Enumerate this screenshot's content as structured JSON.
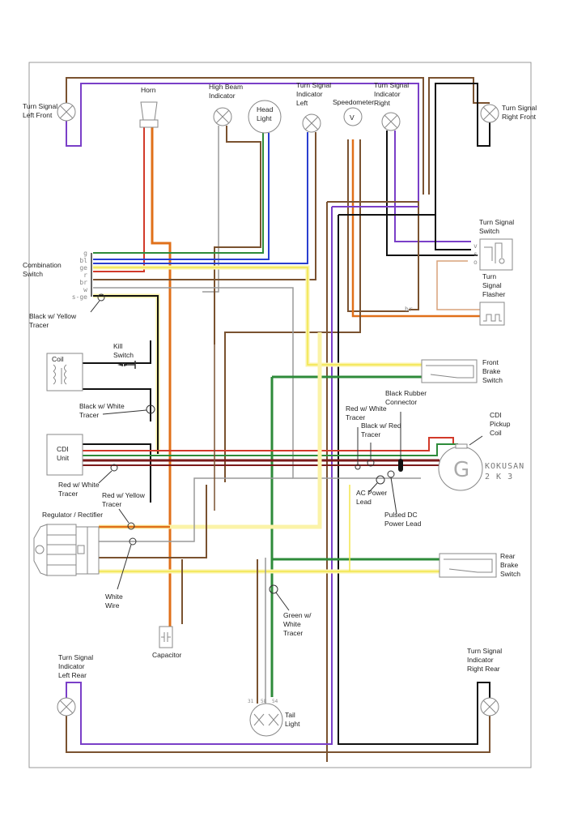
{
  "title": "Motorcycle Wiring Diagram",
  "colors": {
    "brown": "#7a5230",
    "violet": "#7a3fc8",
    "black": "#111111",
    "red": "#d23a2a",
    "orange": "#e0701a",
    "yellow": "#f2e64a",
    "yellow_glow": "#fbf3a8",
    "green": "#2e8b3a",
    "blue": "#2a3fd0",
    "grey": "#9a9a9a",
    "dark_red": "#7a1a1a",
    "light_brown": "#d9a27a",
    "frame": "#999999"
  },
  "components": {
    "turn_signal_left_front": "Turn Signal\nLeft Front",
    "horn": "Horn",
    "high_beam_indicator": "High Beam\nIndicator",
    "head_light": "Head\nLight",
    "turn_signal_indicator_left": "Turn Signal\nIndicator\nLeft",
    "speedometer": "Speedometer",
    "speedometer_symbol": "V",
    "turn_signal_indicator_right": "Turn Signal\nIndicator\nRight",
    "turn_signal_right_front": "Turn Signal\nRight Front",
    "turn_signal_switch": "Turn Signal\nSwitch",
    "turn_signal_flasher": "Turn\nSignal\nFlasher",
    "combination_switch": "Combination\nSwitch",
    "coil": "Coil",
    "kill_switch": "Kill\nSwitch",
    "cdi_unit": "CDI\nUnit",
    "front_brake_switch": "Front\nBrake\nSwitch",
    "cdi_pickup_coil": "CDI\nPickup\nCoil",
    "generator_symbol": "G",
    "generator_brand": "KOKUSAN\n2 K 3",
    "regulator_rectifier": "Regulator / Rectifier",
    "rear_brake_switch": "Rear\nBrake\nSwitch",
    "capacitor": "Capacitor",
    "turn_signal_left_rear": "Turn Signal\nIndicator\nLeft Rear",
    "turn_signal_right_rear": "Turn Signal\nIndicator\nRight Rear",
    "tail_light": "Tail\nLight"
  },
  "callouts": {
    "black_yellow_tracer": "Black w/ Yellow\nTracer",
    "black_white_tracer": "Black w/ White\nTracer",
    "red_white_tracer_left": "Red w/ White\nTracer",
    "red_yellow_tracer": "Red w/ Yellow\nTracer",
    "white_wire": "White\nWire",
    "red_white_tracer_right": "Red w/ White\nTracer",
    "black_red_tracer": "Black w/ Red\nTracer",
    "black_rubber_connector": "Black Rubber\nConnector",
    "ac_power_lead": "AC Power\nLead",
    "pulsed_dc_power_lead": "Pulsed DC\nPower Lead",
    "green_white_tracer": "Green w/\nWhite\nTracer"
  },
  "combination_switch_codes": [
    "g",
    "bl",
    "ge",
    "r",
    "br",
    "w",
    "s-ge"
  ],
  "turn_switch_codes": [
    "v",
    "s",
    "o"
  ],
  "tail_light_terminals": [
    "31",
    "58",
    "54"
  ],
  "flasher_code": "br"
}
